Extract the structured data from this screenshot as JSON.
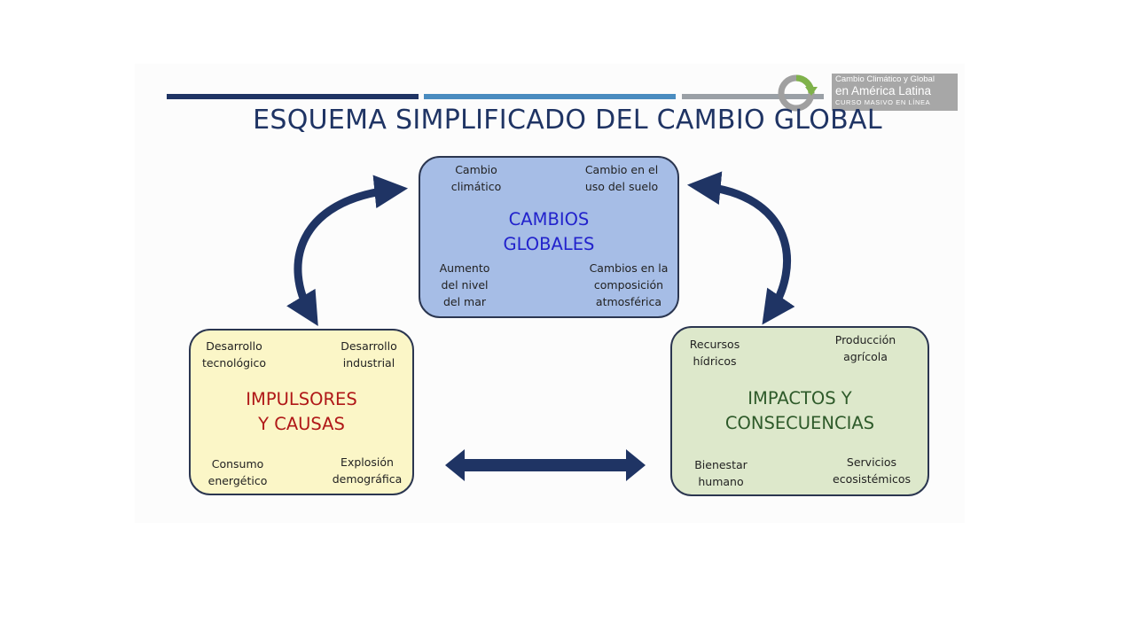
{
  "title": "ESQUEMA SIMPLIFICADO DEL CAMBIO GLOBAL",
  "logo": {
    "line1": "Cambio Climático y Global",
    "line2": "en América Latina",
    "line3": "CURSO MASIVO EN LÍNEA"
  },
  "cambios_globales": {
    "heading_line1": "CAMBIOS",
    "heading_line2": "GLOBALES",
    "items": [
      {
        "line1": "Cambio",
        "line2": "climático"
      },
      {
        "line1": "Cambio en el",
        "line2": "uso del suelo"
      },
      {
        "line1": "Aumento",
        "line2": "del nivel",
        "line3": "del mar"
      },
      {
        "line1": "Cambios en la",
        "line2": "composición",
        "line3": "atmosférica"
      }
    ]
  },
  "impulsores": {
    "heading_line1": "IMPULSORES",
    "heading_line2": "Y CAUSAS",
    "items": [
      {
        "line1": "Desarrollo",
        "line2": "tecnológico"
      },
      {
        "line1": "Desarrollo",
        "line2": "industrial"
      },
      {
        "line1": "Consumo",
        "line2": "energético"
      },
      {
        "line1": "Explosión",
        "line2": "demográfica"
      }
    ]
  },
  "impactos": {
    "heading_line1": "IMPACTOS Y",
    "heading_line2": "CONSECUENCIAS",
    "items": [
      {
        "line1": "Recursos",
        "line2": "hídricos"
      },
      {
        "line1": "Producción",
        "line2": "agrícola"
      },
      {
        "line1": "Bienestar",
        "line2": "humano"
      },
      {
        "line1": "Servicios",
        "line2": "ecosistémicos"
      }
    ]
  },
  "colors": {
    "navy": "#1f3464",
    "box_blue": "#a6bde6",
    "box_yellow": "#fbf6c7",
    "box_green": "#dde8cb"
  }
}
